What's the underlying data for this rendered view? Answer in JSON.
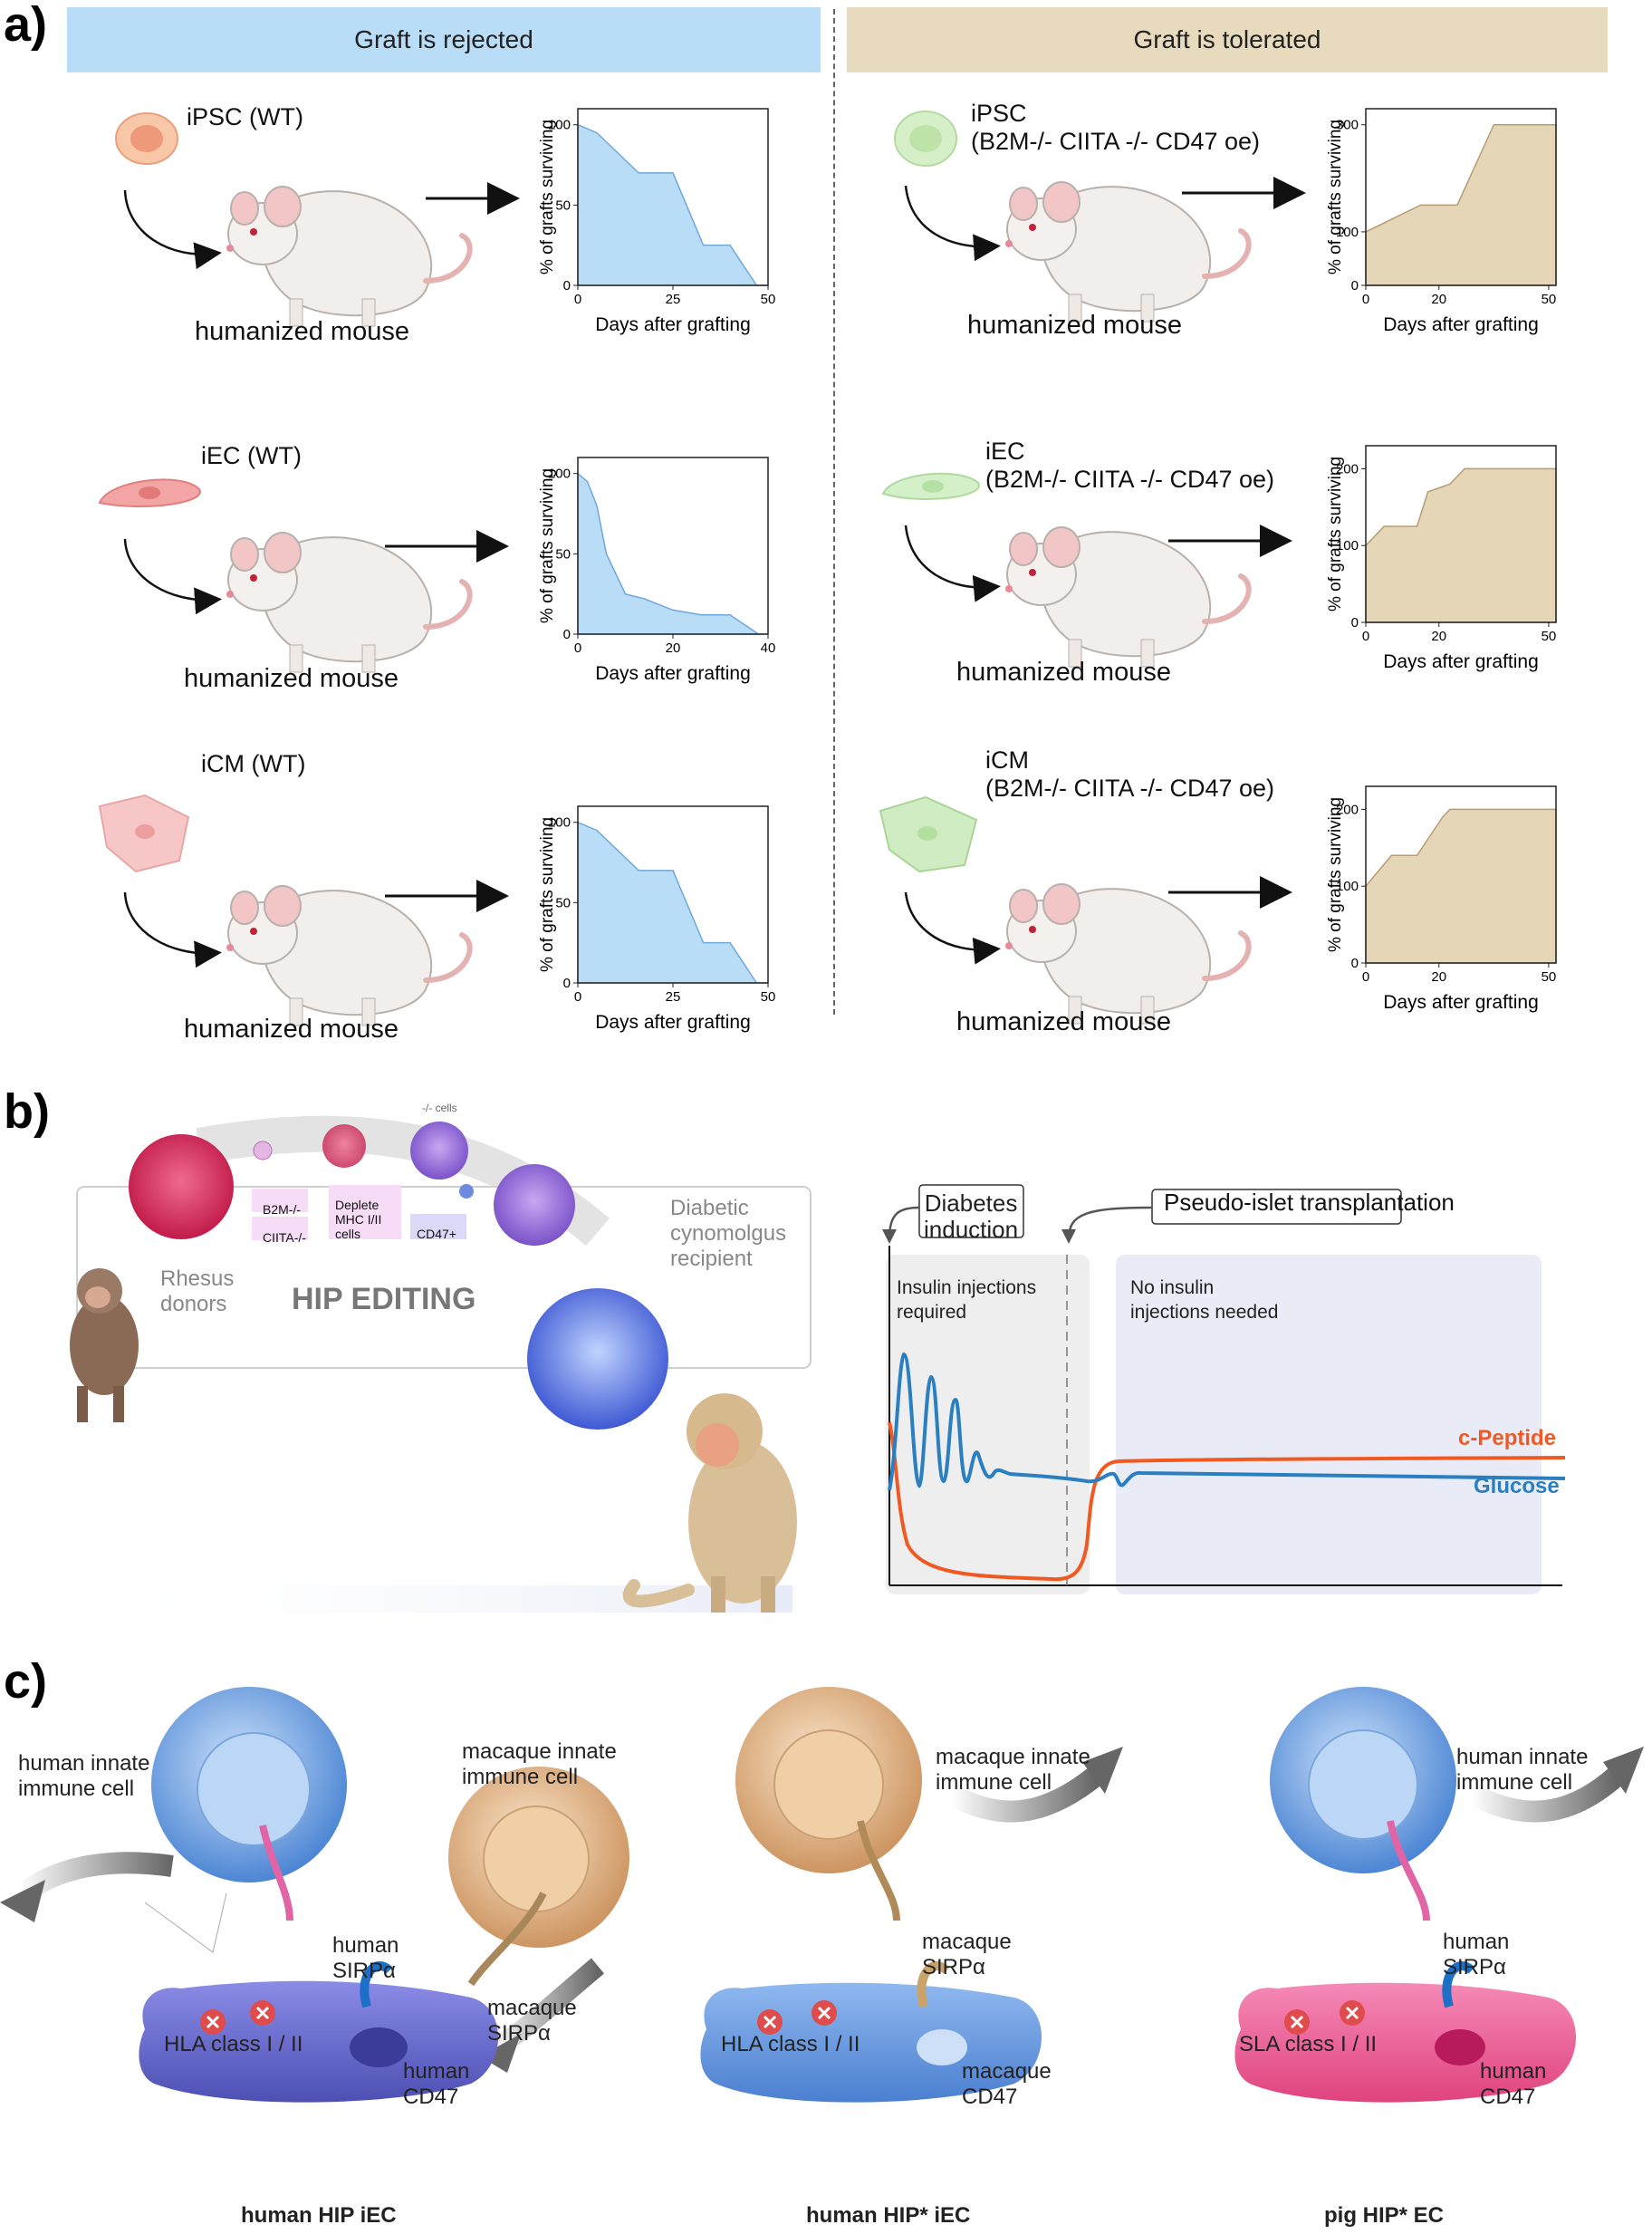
{
  "panel_a": {
    "letter": "a)",
    "left_header": "Graft is rejected",
    "right_header": "Graft is tolerated",
    "mouse_label": "humanized mouse",
    "rows": [
      {
        "left_cell": "iPSC (WT)",
        "right_cell": "iPSC\n(B2M-/- CIITA -/- CD47 oe)"
      },
      {
        "left_cell": "iEC (WT)",
        "right_cell": "iEC\n(B2M-/- CIITA -/- CD47 oe)"
      },
      {
        "left_cell": "iCM (WT)",
        "right_cell": "iCM\n(B2M-/- CIITA -/- CD47 oe)"
      }
    ],
    "colors": {
      "rejected_fill": "#b9dcf7",
      "rejected_line": "#6fa8dc",
      "tolerated_fill": "#e6d6b8",
      "tolerated_line": "#b69d73",
      "left_header_bg": "#b9dcf7",
      "right_header_bg": "#e8dbbd"
    }
  },
  "chart_data": [
    {
      "type": "area",
      "ylabel": "% of grafts surviving",
      "xlabel": "Days after grafting",
      "x": [
        0,
        5,
        16,
        25,
        33,
        40,
        47,
        50
      ],
      "y": [
        100,
        95,
        70,
        70,
        25,
        25,
        0,
        0
      ],
      "xticks": [
        0,
        25,
        50
      ],
      "yticks": [
        0,
        50,
        100
      ],
      "xlim": [
        0,
        50
      ],
      "ylim": [
        0,
        110
      ]
    },
    {
      "type": "area",
      "ylabel": "% of grafts surviving",
      "xlabel": "Days after grafting",
      "x": [
        0,
        2,
        4,
        6,
        10,
        14,
        20,
        26,
        32,
        38,
        40
      ],
      "y": [
        100,
        95,
        80,
        50,
        25,
        22,
        15,
        12,
        12,
        0,
        0
      ],
      "xticks": [
        0,
        20,
        40
      ],
      "yticks": [
        0,
        50,
        100
      ],
      "xlim": [
        0,
        40
      ],
      "ylim": [
        0,
        110
      ]
    },
    {
      "type": "area",
      "ylabel": "% of grafts surviving",
      "xlabel": "Days after grafting",
      "x": [
        0,
        5,
        16,
        25,
        33,
        40,
        47,
        50
      ],
      "y": [
        100,
        95,
        70,
        70,
        25,
        25,
        0,
        0
      ],
      "xticks": [
        0,
        25,
        50
      ],
      "yticks": [
        0,
        50,
        100
      ],
      "xlim": [
        0,
        50
      ],
      "ylim": [
        0,
        110
      ]
    },
    {
      "type": "area",
      "ylabel": "% of grafts surviving",
      "xlabel": "Days after grafting",
      "x": [
        0,
        15,
        25,
        35,
        52
      ],
      "y": [
        100,
        150,
        150,
        300,
        300
      ],
      "xticks": [
        0,
        20,
        50
      ],
      "yticks": [
        0,
        100,
        300
      ],
      "xlim": [
        0,
        52
      ],
      "ylim": [
        0,
        330
      ]
    },
    {
      "type": "area",
      "ylabel": "% of grafts surviving",
      "xlabel": "Days after grafting",
      "x": [
        0,
        5,
        14,
        17,
        23,
        27,
        52
      ],
      "y": [
        100,
        125,
        125,
        170,
        180,
        200,
        200
      ],
      "xticks": [
        0,
        20,
        50
      ],
      "yticks": [
        0,
        100,
        200
      ],
      "xlim": [
        0,
        52
      ],
      "ylim": [
        0,
        230
      ]
    },
    {
      "type": "area",
      "ylabel": "% of grafts surviving",
      "xlabel": "Days after grafting",
      "x": [
        0,
        7,
        14,
        21,
        23,
        52
      ],
      "y": [
        100,
        140,
        140,
        190,
        200,
        200
      ],
      "xticks": [
        0,
        20,
        50
      ],
      "yticks": [
        0,
        100,
        200
      ],
      "xlim": [
        0,
        52
      ],
      "ylim": [
        0,
        230
      ]
    }
  ],
  "panel_b": {
    "letter": "b)",
    "rhesus": "Rhesus\ndonors",
    "hip_editing": "HIP EDITING",
    "recipient": "Diabetic\ncynomolgus\nrecipient",
    "b2m": "B2M-/-",
    "ciita": "CIITA-/-",
    "deplete": "Deplete\nMHC I/II\ncells",
    "cd47": "CD47+",
    "cells_note": "-/- cells",
    "diabetes_induction": "Diabetes\ninduction",
    "pseudo_islet": "Pseudo-islet transplantation",
    "insulin_required": "Insulin injections\nrequired",
    "no_insulin": "No insulin\ninjections needed",
    "c_peptide": "c-Peptide",
    "glucose": "Glucose",
    "colors": {
      "c_peptide": "#f05a22",
      "glucose": "#2a7fc2"
    }
  },
  "panel_c": {
    "letter": "c)",
    "groups": [
      {
        "innate_human": "human innate\nimmune cell",
        "innate_macaque": "macaque innate\nimmune cell",
        "sirpa_human": "human\nSIRPα",
        "sirpa_macaque": "macaque\nSIRPα",
        "class_label": "HLA class I / II",
        "cd47_label": "human\nCD47",
        "caption": "human HIP iEC"
      },
      {
        "innate": "macaque innate\nimmune cell",
        "sirpa": "macaque\nSIRPα",
        "class_label": "HLA class I / II",
        "cd47_label": "macaque\nCD47",
        "caption": "human HIP* iEC"
      },
      {
        "innate": "human innate\nimmune cell",
        "sirpa": "human\nSIRPα",
        "class_label": "SLA class I / II",
        "cd47_label": "human\nCD47",
        "caption": "pig HIP* EC"
      }
    ]
  }
}
